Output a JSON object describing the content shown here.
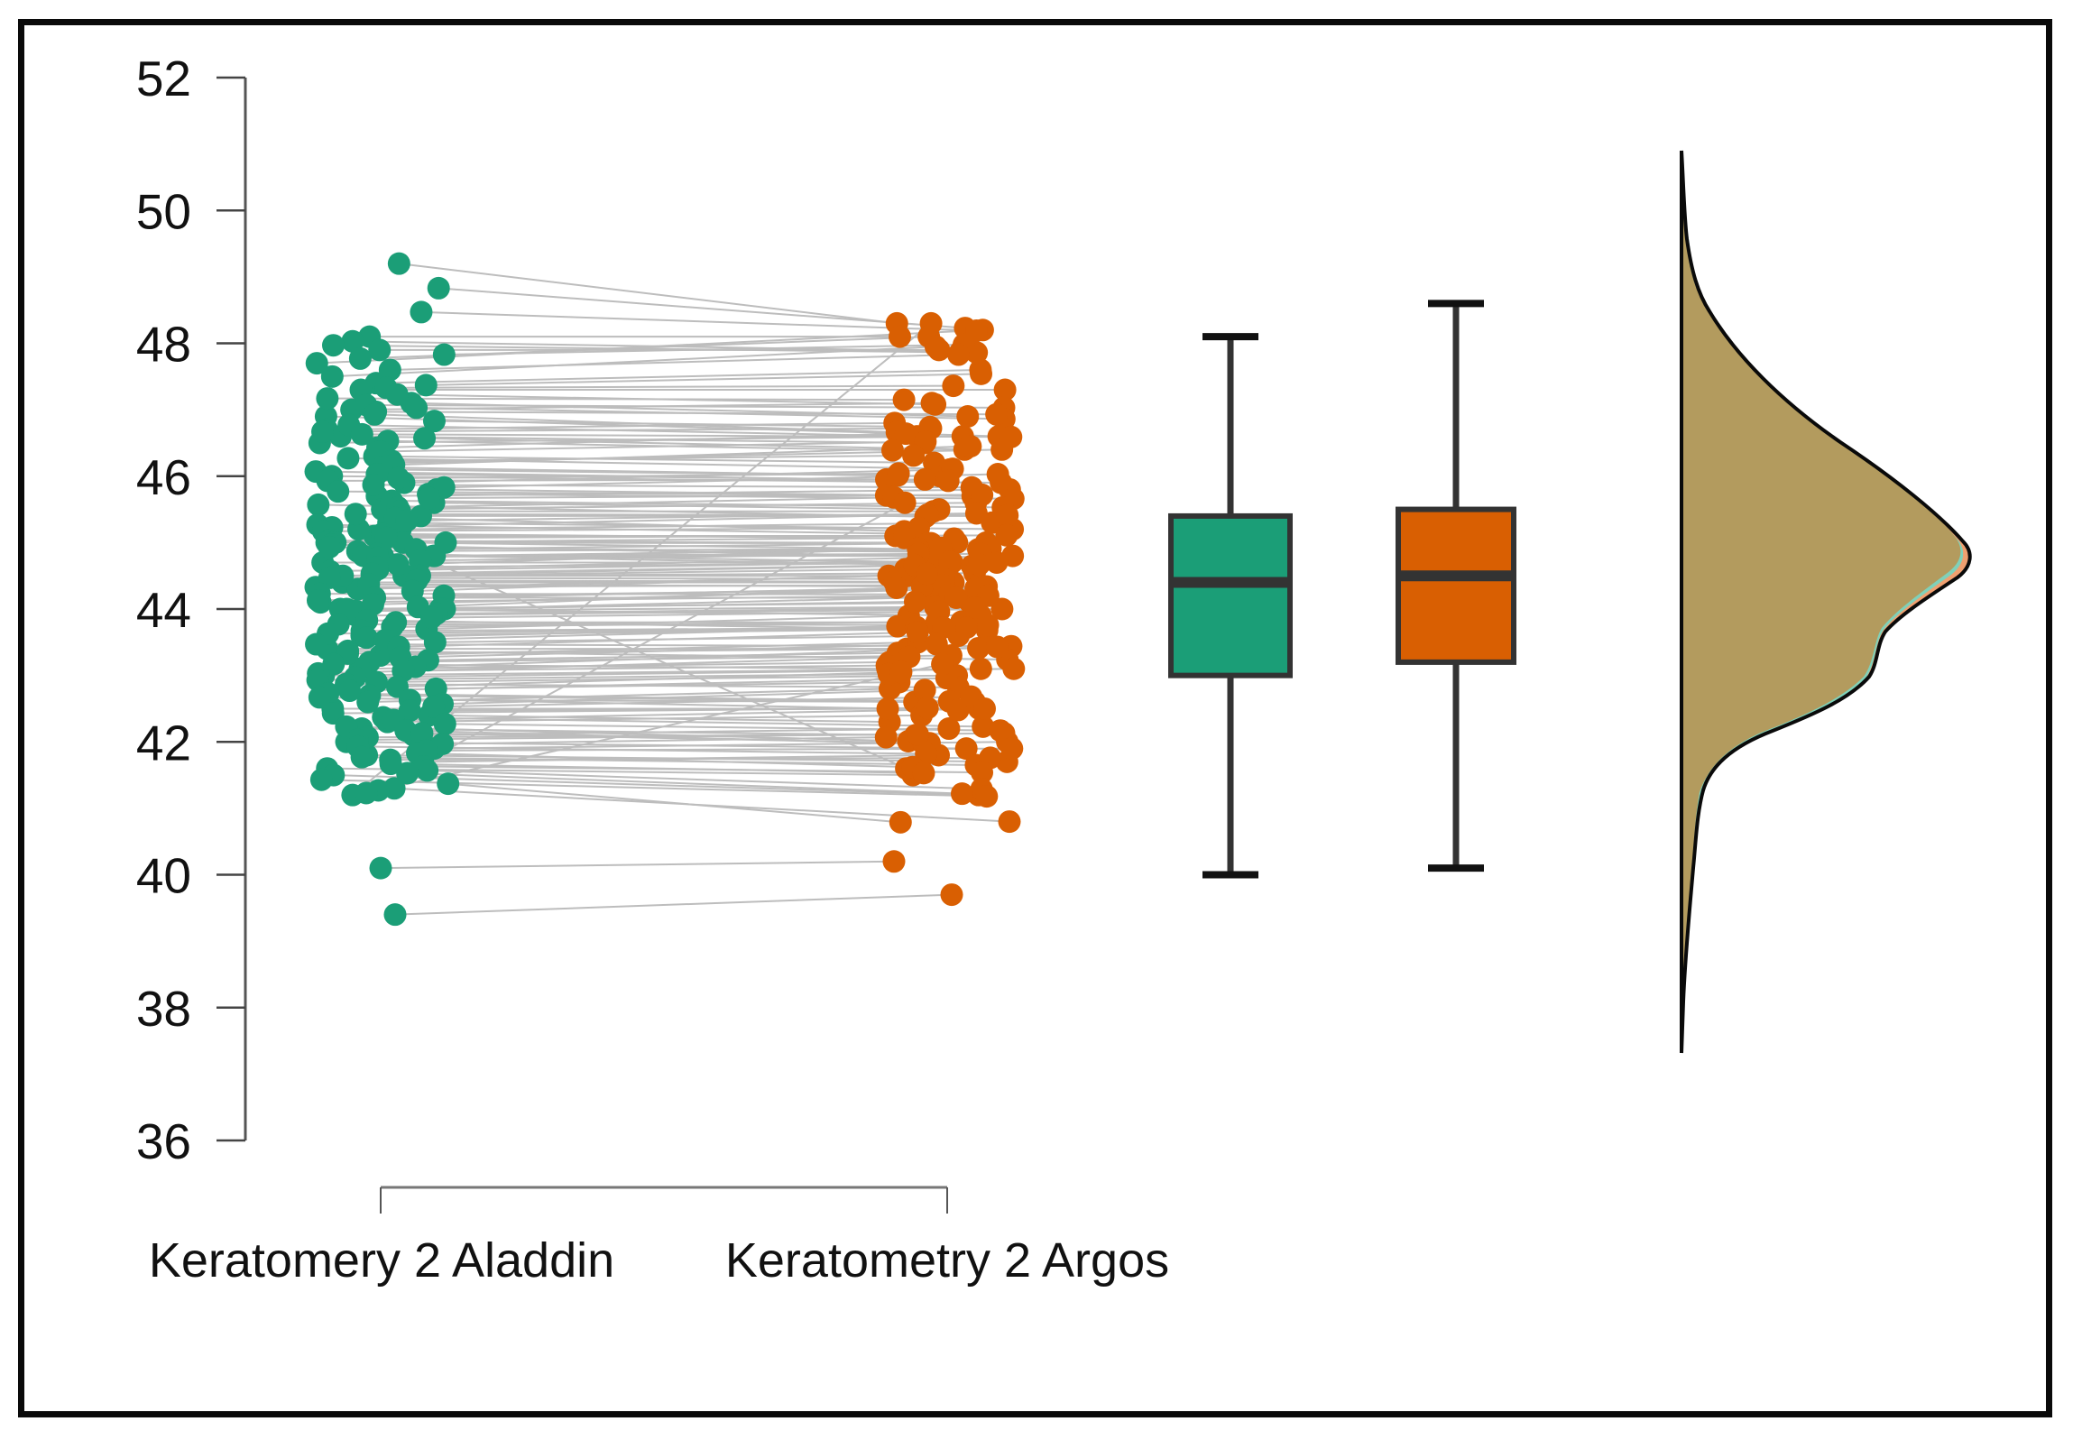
{
  "chart_data": {
    "type": "raincloud",
    "title": "",
    "xlabel": "",
    "ylabel": "",
    "ylim": [
      36,
      52
    ],
    "yticks": [
      36,
      38,
      40,
      42,
      44,
      46,
      48,
      50,
      52
    ],
    "grid": false,
    "legend": null,
    "categories": [
      "Keratomery 2 Aladdin",
      "Keratometry 2 Argos"
    ],
    "colors": {
      "aladdin": "#1b9e77",
      "argos": "#d95f02",
      "paired_lines": "#bdbdbd",
      "box_outline": "#333333",
      "density_overlap": "#b39b5e",
      "density_aladdin_edge": "#7fd1b9",
      "density_argos_edge": "#f0a070"
    },
    "boxplots": [
      {
        "name": "Keratomery 2 Aladdin",
        "whisker_low": 40.0,
        "q1": 43.0,
        "median": 44.4,
        "q3": 45.4,
        "whisker_high": 48.1,
        "color": "#1b9e77"
      },
      {
        "name": "Keratometry 2 Argos",
        "whisker_low": 40.1,
        "q1": 43.2,
        "median": 44.5,
        "q3": 45.5,
        "whisker_high": 48.6,
        "color": "#d95f02"
      }
    ],
    "density": {
      "orientation": "horizontal",
      "range": [
        37.5,
        50.9
      ],
      "peak_at": 44.8,
      "shoulder_at": 43.2,
      "series": [
        "Keratomery 2 Aladdin",
        "Keratometry 2 Argos"
      ]
    },
    "paired_observations": [
      [
        49.2,
        48.3
      ],
      [
        48.1,
        48.1
      ],
      [
        47.9,
        47.9
      ],
      [
        47.7,
        48.2
      ],
      [
        47.4,
        47.6
      ],
      [
        47.3,
        47.3
      ],
      [
        47.1,
        46.9
      ],
      [
        47.0,
        47.1
      ],
      [
        46.9,
        46.6
      ],
      [
        46.7,
        46.8
      ],
      [
        46.6,
        46.5
      ],
      [
        46.5,
        46.6
      ],
      [
        46.3,
        46.2
      ],
      [
        46.2,
        46.4
      ],
      [
        46.1,
        46.0
      ],
      [
        46.0,
        45.9
      ],
      [
        45.9,
        46.1
      ],
      [
        45.8,
        45.7
      ],
      [
        45.7,
        45.8
      ],
      [
        45.6,
        45.5
      ],
      [
        45.5,
        45.6
      ],
      [
        45.4,
        45.4
      ],
      [
        45.3,
        45.2
      ],
      [
        45.2,
        45.3
      ],
      [
        45.1,
        45.1
      ],
      [
        45.0,
        45.0
      ],
      [
        45.0,
        44.9
      ],
      [
        44.9,
        45.0
      ],
      [
        44.8,
        44.8
      ],
      [
        44.8,
        44.9
      ],
      [
        44.7,
        44.7
      ],
      [
        44.6,
        44.8
      ],
      [
        44.5,
        44.6
      ],
      [
        44.5,
        44.5
      ],
      [
        44.4,
        44.4
      ],
      [
        44.3,
        44.5
      ],
      [
        44.2,
        44.3
      ],
      [
        44.1,
        44.2
      ],
      [
        44.0,
        44.1
      ],
      [
        44.0,
        43.9
      ],
      [
        43.9,
        44.0
      ],
      [
        43.8,
        43.8
      ],
      [
        43.7,
        43.9
      ],
      [
        43.6,
        43.7
      ],
      [
        43.5,
        43.6
      ],
      [
        43.4,
        43.4
      ],
      [
        43.3,
        43.5
      ],
      [
        43.2,
        43.3
      ],
      [
        43.1,
        43.2
      ],
      [
        43.0,
        43.1
      ],
      [
        42.9,
        43.0
      ],
      [
        42.8,
        42.9
      ],
      [
        42.7,
        42.6
      ],
      [
        42.6,
        42.8
      ],
      [
        42.5,
        42.5
      ],
      [
        42.4,
        42.3
      ],
      [
        42.3,
        42.4
      ],
      [
        42.2,
        42.1
      ],
      [
        42.1,
        42.2
      ],
      [
        42.0,
        41.9
      ],
      [
        41.9,
        42.0
      ],
      [
        41.8,
        41.7
      ],
      [
        41.7,
        41.8
      ],
      [
        41.6,
        41.5
      ],
      [
        41.5,
        41.2
      ],
      [
        41.3,
        40.8
      ],
      [
        41.2,
        48.3
      ],
      [
        45.2,
        41.6
      ],
      [
        40.1,
        40.2
      ],
      [
        39.4,
        39.7
      ]
    ]
  },
  "axes": {
    "y_tick_labels": [
      "52",
      "50",
      "48",
      "46",
      "44",
      "42",
      "40",
      "38",
      "36"
    ],
    "x_tick_labels": [
      "Keratomery 2 Aladdin",
      "Keratometry 2 Argos"
    ]
  }
}
